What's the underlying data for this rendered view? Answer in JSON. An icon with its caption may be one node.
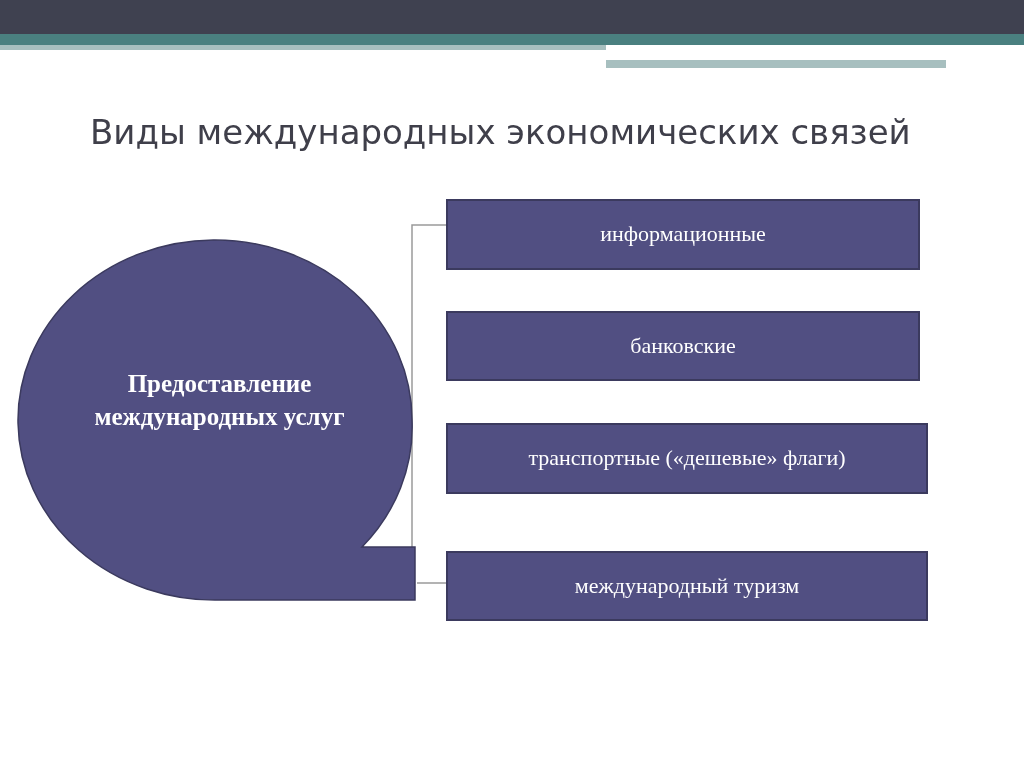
{
  "diagram": {
    "title": "Виды международных экономических связей",
    "nodes": [
      {
        "text": [
          "Предоставление международных услуг"
        ]
      },
      {
        "text": [
          "информационные"
        ]
      },
      {
        "text": [
          "банковские"
        ]
      },
      {
        "text": [
          "транспортные («дешевые» флаги)"
        ]
      },
      {
        "text": [
          "международный туризм"
        ]
      }
    ],
    "edges": [
      {
        "from": 0,
        "to": 1,
        "arrow": "none"
      },
      {
        "from": 0,
        "to": 4,
        "arrow": "none"
      }
    ]
  }
}
